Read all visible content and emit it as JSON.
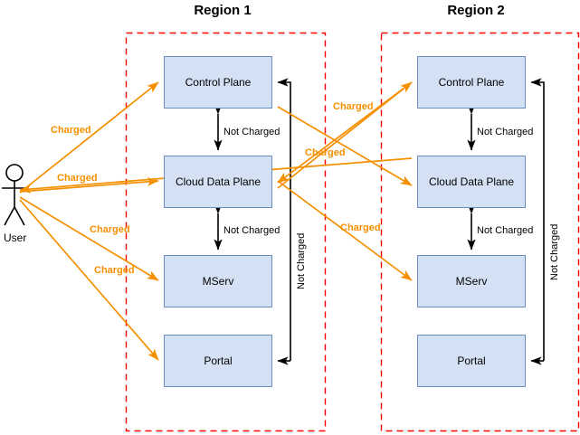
{
  "diagram": {
    "title_region1": "Region 1",
    "title_region2": "Region 2",
    "actor": {
      "name": "User",
      "label": "User"
    },
    "colors": {
      "charged": "#f59000",
      "not_charged": "#000000",
      "region_boundary": "#ff0000",
      "node_fill": "#d4e1f5",
      "node_stroke": "#6c8ebf",
      "background": "#ffffff"
    },
    "regions": [
      {
        "id": "region-1",
        "title": "Region 1",
        "nodes": [
          {
            "id": "r1-control-plane",
            "label": "Control Plane"
          },
          {
            "id": "r1-cloud-data-plane",
            "label": "Cloud Data Plane"
          },
          {
            "id": "r1-mserv",
            "label": "MServ"
          },
          {
            "id": "r1-portal",
            "label": "Portal"
          }
        ],
        "internal_edges": [
          {
            "from": "Control Plane",
            "to": "Cloud Data Plane",
            "label": "Not Charged"
          },
          {
            "from": "Cloud Data Plane",
            "to": "MServ",
            "label": "Not Charged"
          },
          {
            "from": "Control Plane",
            "to": "Portal",
            "label": "Not Charged"
          }
        ]
      },
      {
        "id": "region-2",
        "title": "Region 2",
        "nodes": [
          {
            "id": "r2-control-plane",
            "label": "Control Plane"
          },
          {
            "id": "r2-cloud-data-plane",
            "label": "Cloud Data Plane"
          },
          {
            "id": "r2-mserv",
            "label": "MServ"
          },
          {
            "id": "r2-portal",
            "label": "Portal"
          }
        ],
        "internal_edges": [
          {
            "from": "Control Plane",
            "to": "Cloud Data Plane",
            "label": "Not Charged"
          },
          {
            "from": "Cloud Data Plane",
            "to": "MServ",
            "label": "Not Charged"
          },
          {
            "from": "Control Plane",
            "to": "Portal",
            "label": "Not Charged"
          }
        ]
      }
    ],
    "edge_labels": {
      "user_to_r1_control_plane": "Charged",
      "user_to_r1_cloud_data_plane": "Charged",
      "user_to_r1_mserv": "Charged",
      "user_to_r1_portal": "Charged",
      "r2_control_plane_to_user": "Charged",
      "r1_cloud_data_plane_from_r2": "Charged",
      "user_to_r2_mserv": "Charged",
      "r1_vertical_not_charged": "Not Charged",
      "r2_vertical_not_charged": "Not Charged",
      "r1_cp_cdp": "Not Charged",
      "r1_cdp_mserv": "Not Charged",
      "r2_cp_cdp": "Not Charged",
      "r2_cdp_mserv": "Not Charged"
    }
  }
}
